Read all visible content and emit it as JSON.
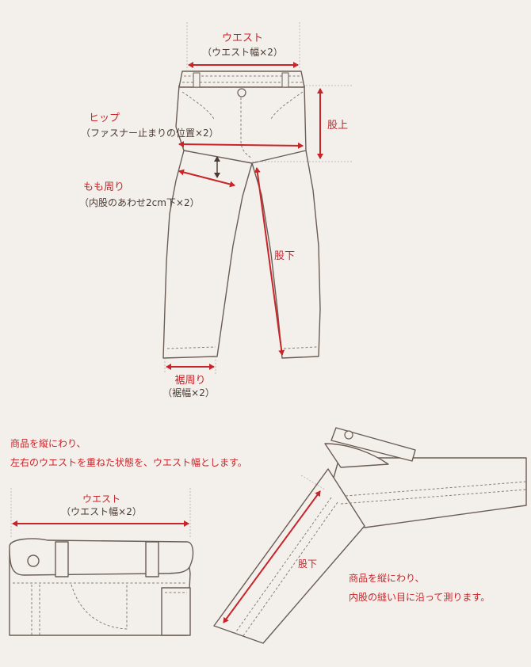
{
  "diagram": {
    "top": {
      "waist": {
        "label": "ウエスト",
        "note": "（ウエスト幅×2）"
      },
      "rise": {
        "label": "股上"
      },
      "hip": {
        "label": "ヒップ",
        "note": "（ファスナー止まりの位置×2）"
      },
      "thigh": {
        "label": "もも周り",
        "note": "（内股のあわせ2cm下×2）"
      },
      "inseam": {
        "label": "股下"
      },
      "hem": {
        "label": "裾周り",
        "note": "（裾幅×2）"
      }
    },
    "bottom_left": {
      "instruction_1": "商品を縦にわり、",
      "instruction_2": "左右のウエストを重ねた状態を、ウエスト幅とします。",
      "waist": {
        "label": "ウエスト",
        "note": "（ウエスト幅×2）"
      }
    },
    "bottom_right": {
      "inseam": {
        "label": "股下"
      },
      "instruction_1": "商品を縦にわり、",
      "instruction_2": "内股の縫い目に沿って測ります。"
    }
  },
  "colors": {
    "background": "#f3f0ec",
    "accent_red": "#c8242a",
    "text_dark": "#4a3a33",
    "outline": "#6b5d55",
    "guide": "#b7aca5"
  }
}
